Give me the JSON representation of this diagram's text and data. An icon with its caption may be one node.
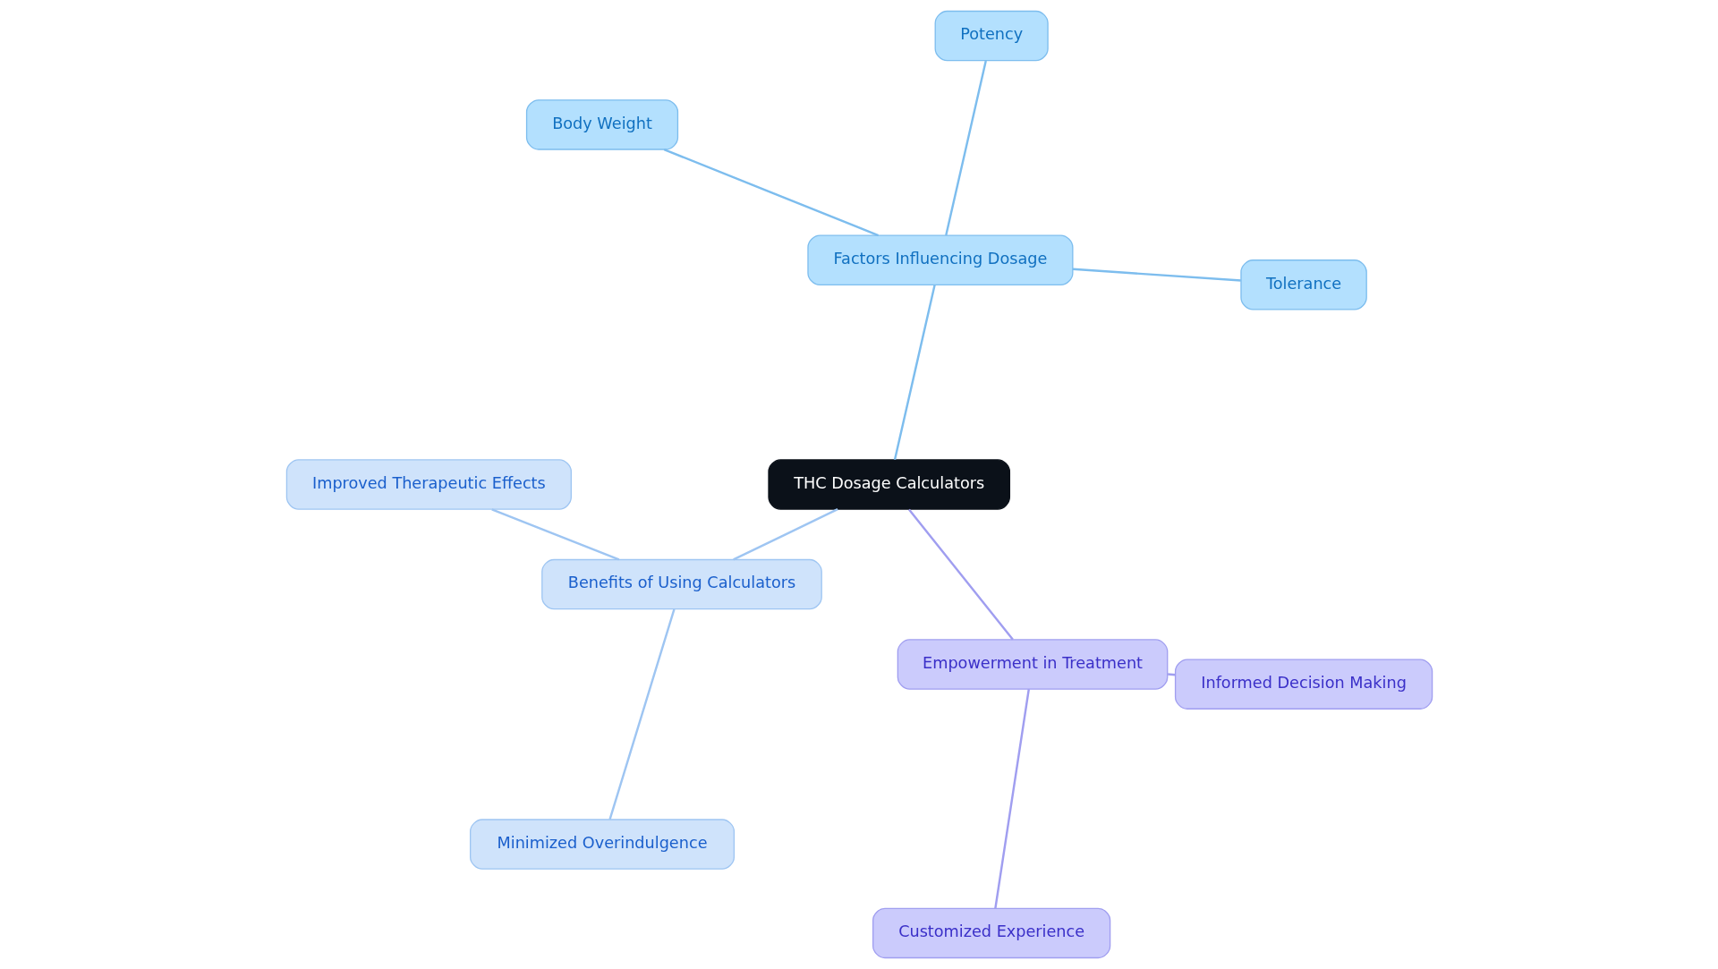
{
  "diagram": {
    "nodes": [
      {
        "text": [
          "THC Dosage Calculators"
        ]
      },
      {
        "text": [
          "Factors Influencing Dosage"
        ]
      },
      {
        "text": [
          "Tolerance"
        ]
      },
      {
        "text": [
          "Potency"
        ]
      },
      {
        "text": [
          "Body Weight"
        ]
      },
      {
        "text": [
          "Benefits of Using Calculators"
        ]
      },
      {
        "text": [
          "Improved Therapeutic Effects"
        ]
      },
      {
        "text": [
          "Minimized Overindulgence"
        ]
      },
      {
        "text": [
          "Empowerment in Treatment"
        ]
      },
      {
        "text": [
          "Customized Experience"
        ]
      },
      {
        "text": [
          "Informed Decision Making"
        ]
      }
    ],
    "edges": [
      {
        "from": 0,
        "to": 1,
        "arrow": "none",
        "color": "#7dbdee"
      },
      {
        "from": 1,
        "to": 2,
        "arrow": "none",
        "color": "#7dbdee"
      },
      {
        "from": 1,
        "to": 3,
        "arrow": "none",
        "color": "#7dbdee"
      },
      {
        "from": 1,
        "to": 4,
        "arrow": "none",
        "color": "#7dbdee"
      },
      {
        "from": 0,
        "to": 5,
        "arrow": "none",
        "color": "#9ec5f2"
      },
      {
        "from": 5,
        "to": 6,
        "arrow": "none",
        "color": "#9ec5f2"
      },
      {
        "from": 5,
        "to": 7,
        "arrow": "none",
        "color": "#9ec5f2"
      },
      {
        "from": 0,
        "to": 8,
        "arrow": "none",
        "color": "#a09ef0"
      },
      {
        "from": 8,
        "to": 9,
        "arrow": "none",
        "color": "#a09ef0"
      },
      {
        "from": 8,
        "to": 10,
        "arrow": "none",
        "color": "#a09ef0"
      }
    ]
  }
}
